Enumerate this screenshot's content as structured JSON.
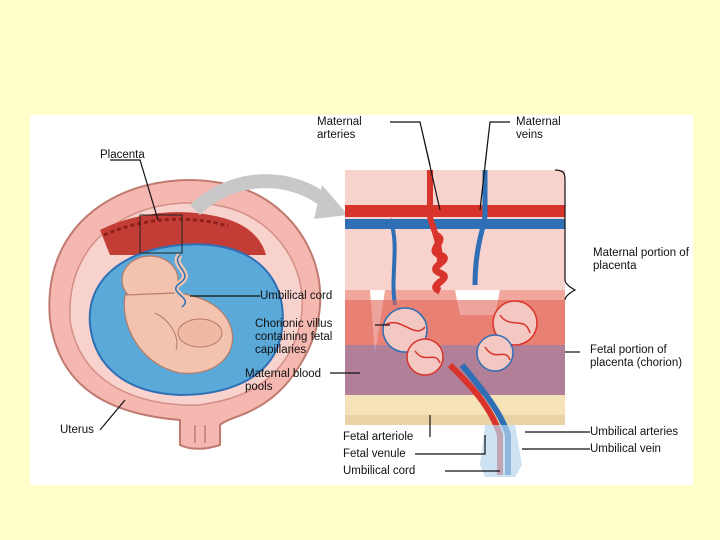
{
  "labels": {
    "placenta": "Placenta",
    "maternal_arteries": "Maternal arteries",
    "maternal_veins": "Maternal veins",
    "maternal_portion": "Maternal portion of placenta",
    "umbilical_cord_left": "Umbilical cord",
    "chorionic_villus": "Chorionic villus containing fetal capillaries",
    "maternal_blood_pools": "Maternal blood pools",
    "fetal_portion": "Fetal portion of placenta (chorion)",
    "uterus": "Uterus",
    "fetal_arteriole": "Fetal arteriole",
    "fetal_venule": "Fetal venule",
    "umbilical_cord_bottom": "Umbilical cord",
    "umbilical_arteries": "Umbilical arteries",
    "umbilical_vein": "Umbilical vein"
  },
  "colors": {
    "background": "#ffffcc",
    "uterus_wall": "#f4b8b0",
    "amniotic_fluid": "#5aa9d8",
    "fetus": "#f2c4b0",
    "maternal_blood": "#d9342b",
    "fetal_blood": "#2f6fb6"
  }
}
